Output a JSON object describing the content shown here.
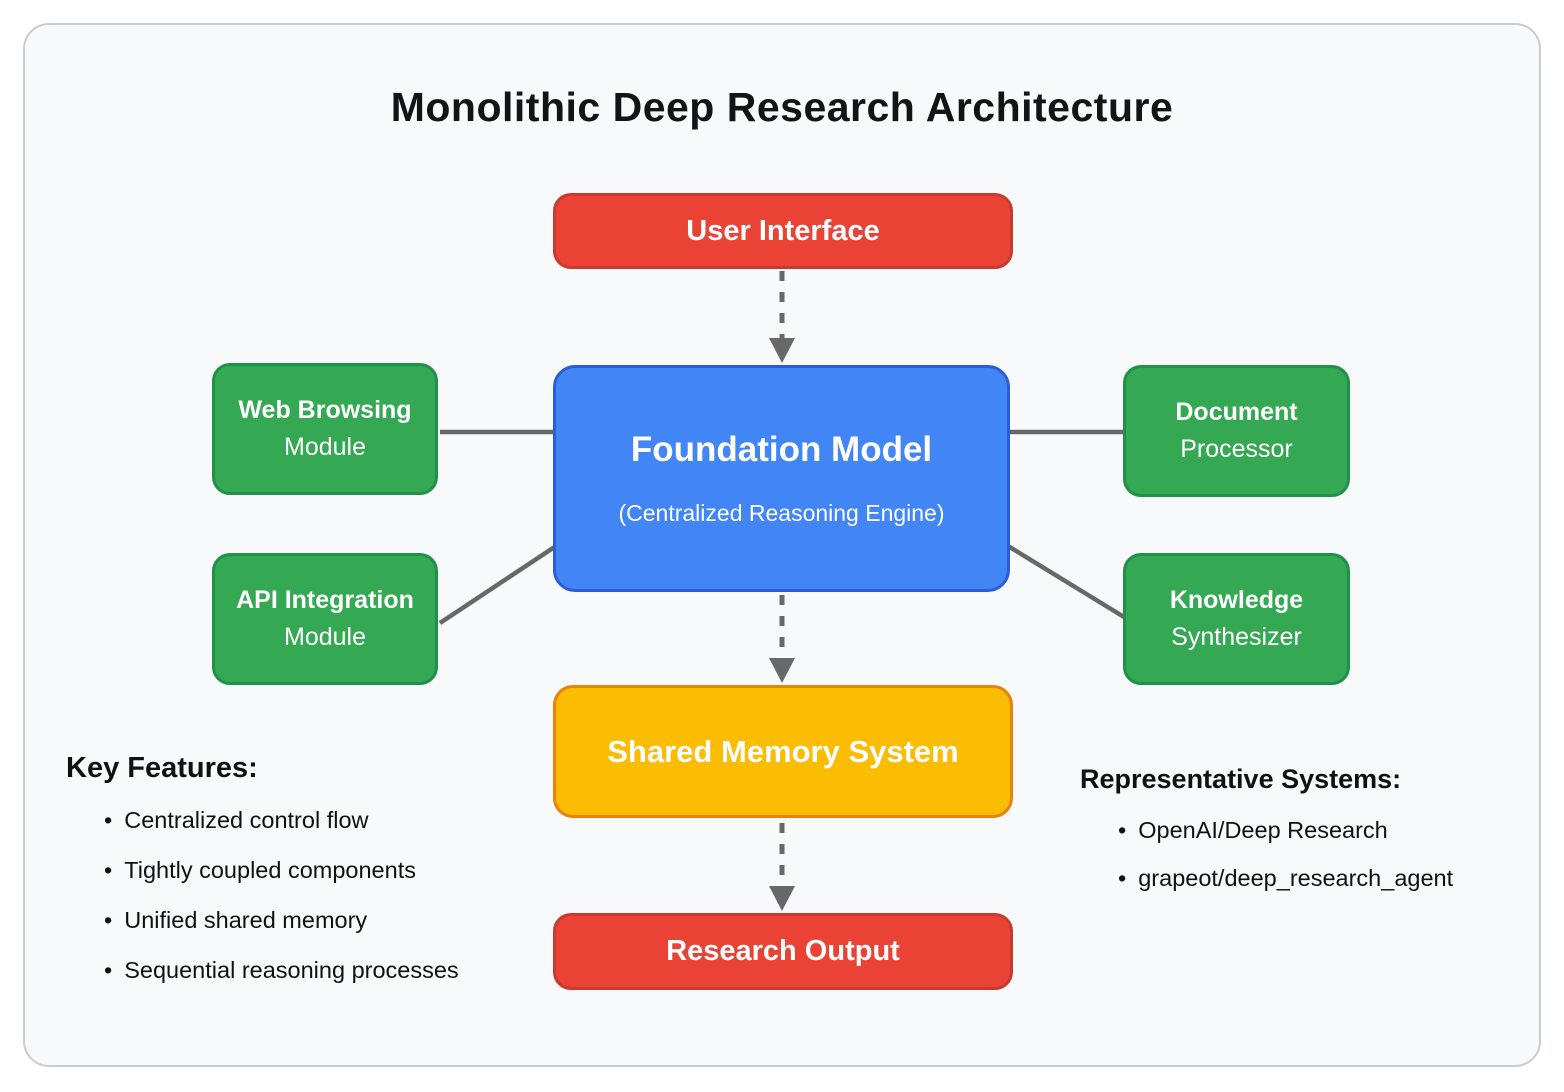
{
  "title": "Monolithic Deep Research Architecture",
  "nodes": {
    "user_interface": {
      "label": "User Interface"
    },
    "foundation_model": {
      "label": "Foundation Model",
      "sublabel": "(Centralized Reasoning Engine)"
    },
    "web_browsing": {
      "line1": "Web Browsing",
      "line2": "Module"
    },
    "api_integration": {
      "line1": "API Integration",
      "line2": "Module"
    },
    "document_processor": {
      "line1": "Document",
      "line2": "Processor"
    },
    "knowledge_synthesizer": {
      "line1": "Knowledge",
      "line2": "Synthesizer"
    },
    "shared_memory": {
      "label": "Shared Memory System"
    },
    "research_output": {
      "label": "Research Output"
    }
  },
  "key_features": {
    "heading": "Key Features:",
    "items": [
      "Centralized control flow",
      "Tightly coupled components",
      "Unified shared memory",
      "Sequential reasoning processes"
    ]
  },
  "representative_systems": {
    "heading": "Representative Systems:",
    "items": [
      "OpenAI/Deep Research",
      "grapeot/deep_research_agent"
    ]
  },
  "colors": {
    "node_red": "#ea4335",
    "node_red_border": "#c93a2e",
    "node_blue": "#4285f4",
    "node_blue_border": "#2b5ed4",
    "node_green": "#34a853",
    "node_green_border": "#1f9148",
    "node_yellow": "#fbbc04",
    "node_yellow_border": "#e8820c",
    "connector_gray": "#686868",
    "card_background": "#f8f9fa"
  }
}
